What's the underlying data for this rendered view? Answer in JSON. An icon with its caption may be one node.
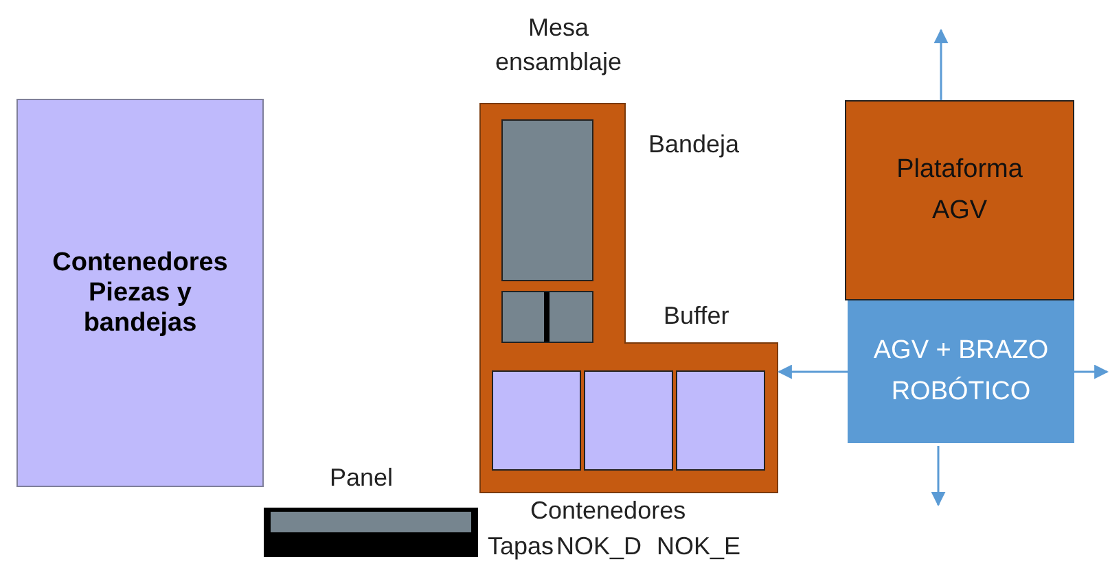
{
  "diagram": {
    "nodes": [
      {
        "text": [
          "Contenedores Piezas y bandejas"
        ]
      },
      {
        "text": [
          "Mesa ensamblaje"
        ]
      },
      {
        "text": [],
        "shape": "box",
        "in": 1,
        "beside": [
          "Bandeja"
        ]
      },
      {
        "text": [],
        "shape": "box",
        "in": 1,
        "beside": [
          "Buffer"
        ]
      },
      {
        "text": [],
        "shape": "box",
        "in": 1
      },
      {
        "text": [],
        "shape": "box",
        "in": 1
      },
      {
        "text": [],
        "shape": "box",
        "in": 1
      },
      {
        "text": [
          "Panel"
        ]
      },
      {
        "text": [
          "Plataforma AGV"
        ]
      },
      {
        "text": [
          "AGV + BRAZO ROBÓTICO"
        ]
      }
    ],
    "edges": [
      {
        "from": 9,
        "to": 1,
        "arrow": "to"
      }
    ],
    "labels": [
      "Contenedores",
      "Tapas",
      "NOK_D",
      "NOK_E"
    ]
  }
}
